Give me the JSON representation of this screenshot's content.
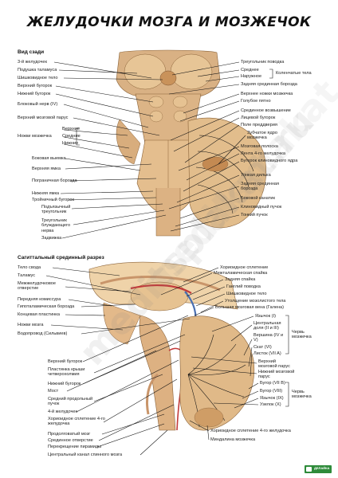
{
  "title": "ЖЕЛУДОЧКИ МОЗГА И МОЗЖЕЧОК",
  "section_top": "Вид сзади",
  "section_bottom": "Сагиттальный срединный разрез",
  "watermark": "meditsplakat.ru",
  "logo": "ДЕЛАЙКА",
  "top_left_labels": [
    "3-й желудочек",
    "Подушка таламуса",
    "Шишковидное тело",
    "Верхний бугорок",
    "Нижний бугорок",
    "Блоковый нерв (IV)",
    "Верхний мозговой парус",
    "Ножки мозжечка",
    "Верхние",
    "Средние",
    "Нижние",
    "Боковая выемка",
    "Верхняя ямка",
    "Пограничная борозда",
    "Нижняя ямка",
    "Тройничный бугорок",
    "Подъязычный треугольник",
    "Треугольник блуждающего нерва",
    "Задвижка"
  ],
  "top_right_labels": [
    "Треугольник поводка",
    "Среднее",
    "Наружное",
    "Коленчатые тела",
    "Задняя срединная борозда",
    "Верхнее ножки мозжечка",
    "Голубое пятно",
    "Срединное возвышение",
    "Лицевой бугорок",
    "Поле преддверия",
    "Зубчатое ядро мозжечка",
    "Мозговая полоска",
    "Лента 4-го желудочка",
    "Бугорок клиновидного ядра",
    "Тонкая дилька",
    "Задняя срединная борозда",
    "Боковой канатик",
    "Клиновидный пучок",
    "Тонкий пучок"
  ],
  "bottom_left_labels": [
    "Тело свода",
    "Таламус",
    "Межжелудочковое отверстие",
    "Передняя комиссура",
    "Гипоталамическая борозда",
    "Концевая пластинка",
    "Ножки мозга",
    "Водопровод (Сильвиев)",
    "Верхний бугорок",
    "Пластинка крыши четверохолмия",
    "Нижний бугорок",
    "Мост",
    "Средний продольный пучок",
    "4-й желудочек",
    "Хориоидное сплетение 4-го желудочка",
    "Продолговатый мозг",
    "Срединное отверстие",
    "Перекрещение пирамиды",
    "Центральный канал спинного мозга"
  ],
  "bottom_right_labels": [
    "Хориоидное сплетение",
    "Межталамическая спайка",
    "Задняя спайка",
    "Ганглий поводка",
    "Шишковидное тело",
    "Утолщение мозолистого тела",
    "Большая мозговая вена (Галена)",
    "Язычок (I)",
    "Центральная доля (II и III)",
    "Вершина (IV и V)",
    "Скат (VI)",
    "Листок (VII A)",
    "Верхний мозговой парус",
    "Нижний мозговой парус",
    "Бугор (VII B)",
    "Бугор (VIII)",
    "Язычок (IX)",
    "Узелок (X)",
    "Хориоидное сплетение 4-го желудочка",
    "Миндалина мозжечка"
  ],
  "bracket_labels": {
    "vermis_upper": "Червь мозжечка",
    "vermis_lower": "Червь мозжечка"
  },
  "colors": {
    "tissue": "#e9c79a",
    "tissue_dark": "#c99a62",
    "cerebellum": "#e2bd8c",
    "ventricle_red": "#c23a3a",
    "ventricle_blue": "#4a6fb0"
  }
}
